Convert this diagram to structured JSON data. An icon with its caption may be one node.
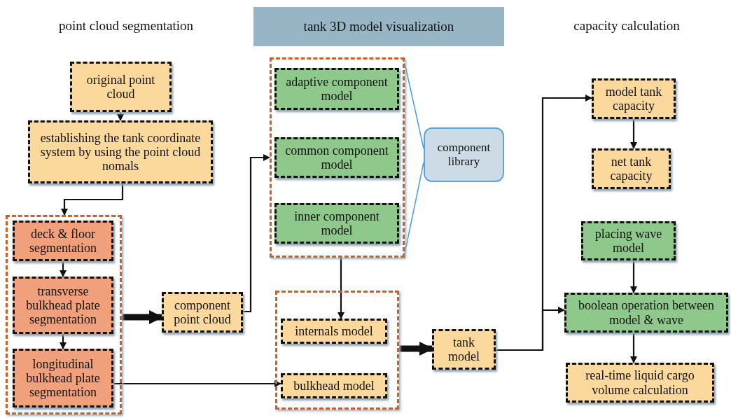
{
  "diagram": {
    "nodes": [
      {
        "text": [
          "tank 3D model visualization"
        ]
      },
      {
        "text": [
          "original point cloud"
        ]
      },
      {
        "text": [
          "establishing the tank coordinate system by using the point cloud nomals"
        ]
      },
      {
        "text": [],
        "shape": "box"
      },
      {
        "text": [
          "deck & floor segmentation"
        ],
        "in": 3
      },
      {
        "text": [
          "transverse bulkhead plate segmentation"
        ],
        "in": 3
      },
      {
        "text": [
          "longitudinal bulkhead plate segmentation"
        ],
        "in": 3
      },
      {
        "text": [
          "component point cloud"
        ]
      },
      {
        "text": [],
        "shape": "box"
      },
      {
        "text": [
          "adaptive component model"
        ],
        "in": 8
      },
      {
        "text": [
          "common component model"
        ],
        "in": 8
      },
      {
        "text": [
          "inner component model"
        ],
        "in": 8
      },
      {
        "text": [
          "component library"
        ]
      },
      {
        "text": [],
        "shape": "box"
      },
      {
        "text": [
          "internals model"
        ],
        "in": 13
      },
      {
        "text": [
          "bulkhead model"
        ],
        "in": 13
      },
      {
        "text": [
          "tank model"
        ]
      },
      {
        "text": [
          "model tank capacity"
        ]
      },
      {
        "text": [
          "net tank capacity"
        ]
      },
      {
        "text": [
          "placing wave model"
        ]
      },
      {
        "text": [
          "boolean operation between model & wave"
        ]
      },
      {
        "text": [
          "real-time liquid cargo volume calculation"
        ]
      }
    ],
    "edges": [
      {
        "from": 1,
        "to": 2,
        "arrow": "to"
      },
      {
        "from": 2,
        "to": 3,
        "arrow": "to"
      },
      {
        "from": 4,
        "to": 5,
        "arrow": "to"
      },
      {
        "from": 5,
        "to": 6,
        "arrow": "to"
      },
      {
        "from": 3,
        "to": 7,
        "arrow": "to",
        "style": "thick"
      },
      {
        "from": 7,
        "to": 8,
        "arrow": "to"
      },
      {
        "from": 8,
        "to": 14,
        "arrow": "to"
      },
      {
        "from": 6,
        "to": 15,
        "arrow": "to"
      },
      {
        "from": 13,
        "to": 16,
        "arrow": "to",
        "style": "thick"
      },
      {
        "from": 16,
        "to": 17,
        "arrow": "to"
      },
      {
        "from": 16,
        "to": 20,
        "arrow": "to"
      },
      {
        "from": 17,
        "to": 18,
        "arrow": "to"
      },
      {
        "from": 19,
        "to": 20,
        "arrow": "to"
      },
      {
        "from": 20,
        "to": 21,
        "arrow": "to"
      },
      {
        "from": 12,
        "to": 8,
        "arrow": "none",
        "color": "#4a9fd8"
      },
      {
        "from": 12,
        "to": 8,
        "arrow": "none",
        "color": "#4a9fd8"
      }
    ],
    "labels": [
      "point cloud segmentation",
      "capacity calculation"
    ]
  }
}
